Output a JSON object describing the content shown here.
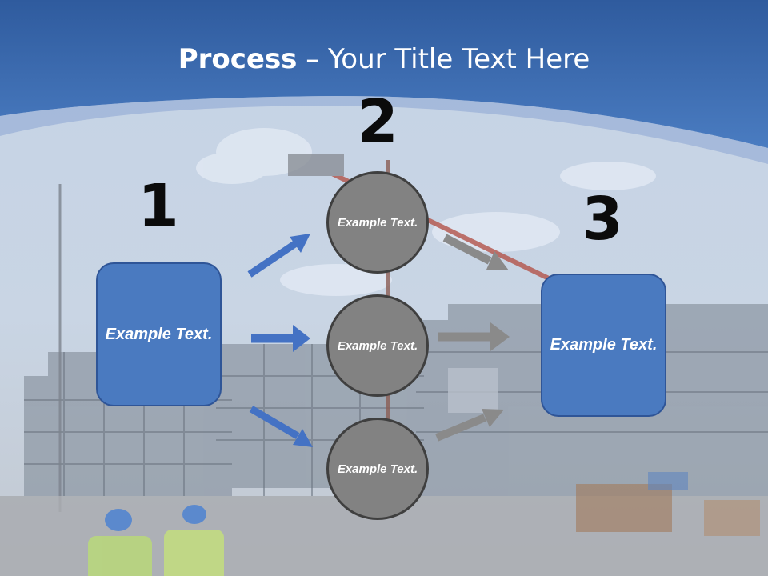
{
  "title": {
    "bold": "Process",
    "rest": " – Your Title Text Here"
  },
  "steps": {
    "one": "1",
    "two": "2",
    "three": "3"
  },
  "left_box": {
    "label": "Example Text."
  },
  "right_box": {
    "label": "Example Text."
  },
  "circles": [
    {
      "label": "Example Text."
    },
    {
      "label": "Example Text."
    },
    {
      "label": "Example Text."
    }
  ],
  "colors": {
    "header": "#3f6fb3",
    "box": "#4a7ac0",
    "circle": "#828282",
    "blue_arrow": "#4472c4",
    "gray_arrow": "#8a8a8a"
  }
}
